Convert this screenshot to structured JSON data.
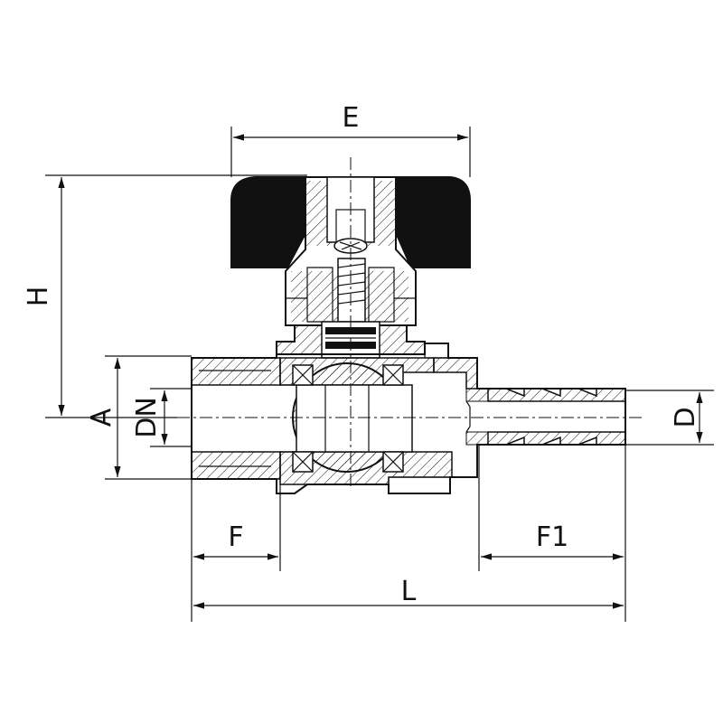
{
  "diagram": {
    "kind": "technical-drawing",
    "subject": "ball-valve-with-hose-barb",
    "colors": {
      "line": "#111111",
      "handle_fill": "#111111",
      "background": "#ffffff"
    },
    "dimensions": {
      "E": "E",
      "H": "H",
      "A": "A",
      "DN": "DN",
      "D": "D",
      "F": "F",
      "F1": "F1",
      "L": "L"
    }
  }
}
